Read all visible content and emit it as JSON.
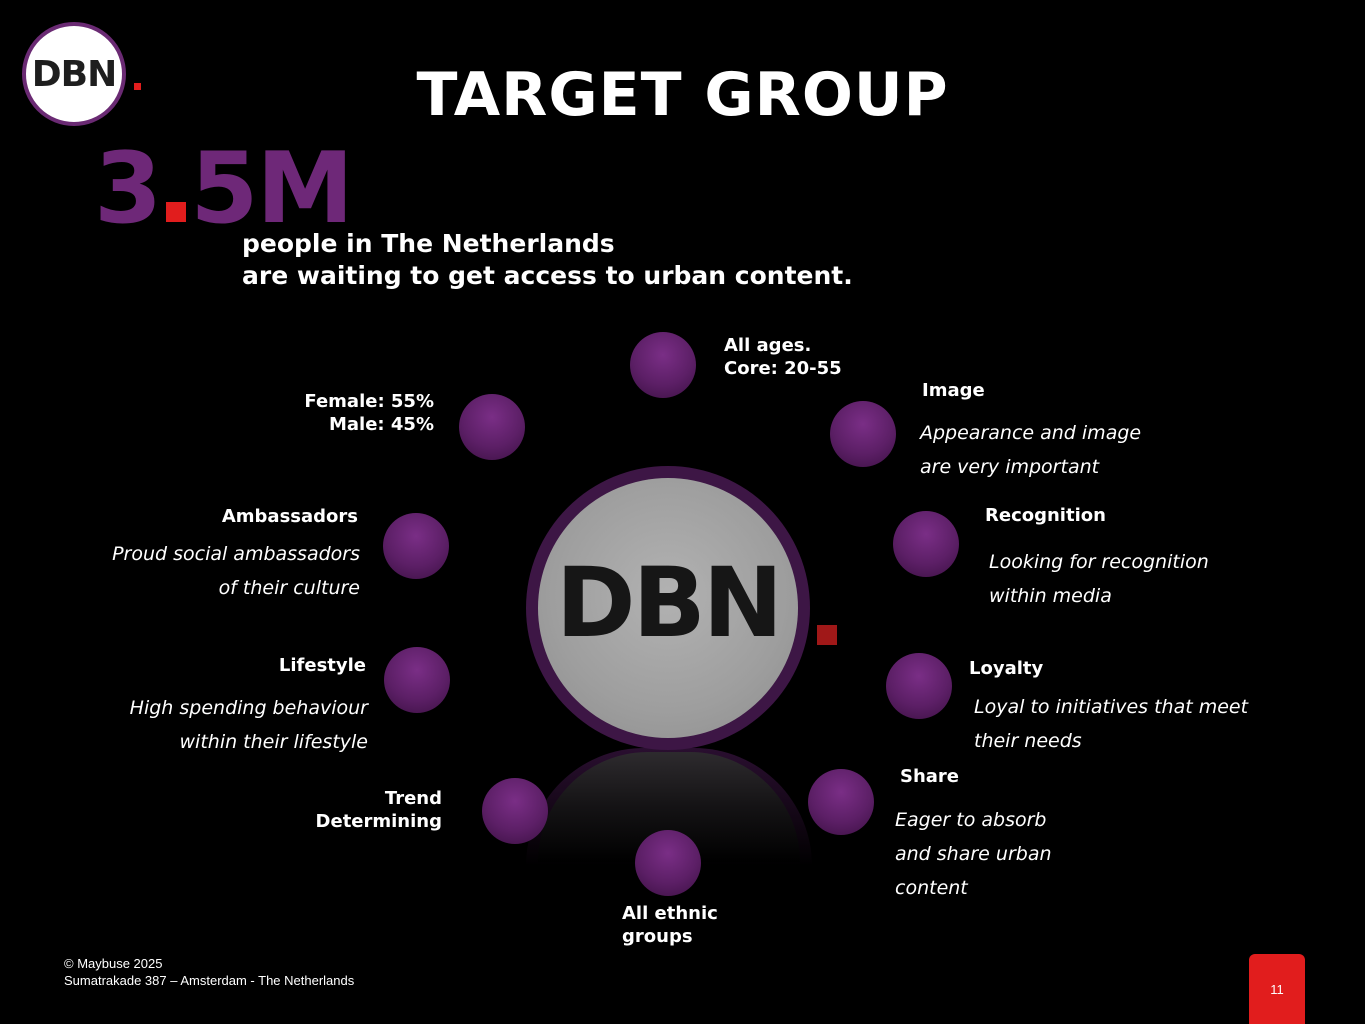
{
  "colors": {
    "accent_red": "#e11d1d",
    "accent_purple": "#6e2878"
  },
  "logo": {
    "text": "DBN"
  },
  "title": "TARGET GROUP",
  "headline": {
    "number_part1": "3",
    "number_part2": "5M",
    "line1": "people in The Netherlands",
    "line2": "are waiting to get access to urban content."
  },
  "hub": {
    "text": "DBN"
  },
  "nodes": {
    "ages": {
      "line1": "All ages.",
      "line2": "Core: 20-55"
    },
    "gender": {
      "line1": "Female: 55%",
      "line2": "Male: 45%"
    },
    "image": {
      "label": "Image",
      "desc1": "Appearance and image",
      "desc2": "are very important"
    },
    "ambassadors": {
      "label": "Ambassadors",
      "desc1": "Proud social ambassadors",
      "desc2": "of their culture"
    },
    "recognition": {
      "label": "Recognition",
      "desc1": "Looking for recognition",
      "desc2": "within media"
    },
    "lifestyle": {
      "label": "Lifestyle",
      "desc1": "High spending behaviour",
      "desc2": "within their lifestyle"
    },
    "loyalty": {
      "label": "Loyalty",
      "desc1": "Loyal to initiatives that meet",
      "desc2": "their needs"
    },
    "trend": {
      "line1": "Trend",
      "line2": "Determining"
    },
    "share": {
      "label": "Share",
      "desc1": "Eager to absorb",
      "desc2": "and share urban",
      "desc3": "content"
    },
    "ethnic": {
      "line1": "All ethnic",
      "line2": "groups"
    }
  },
  "footer": {
    "copyright": "© Maybuse 2025",
    "address": "Sumatrakade 387 – Amsterdam - The Netherlands"
  },
  "page_number": "11"
}
